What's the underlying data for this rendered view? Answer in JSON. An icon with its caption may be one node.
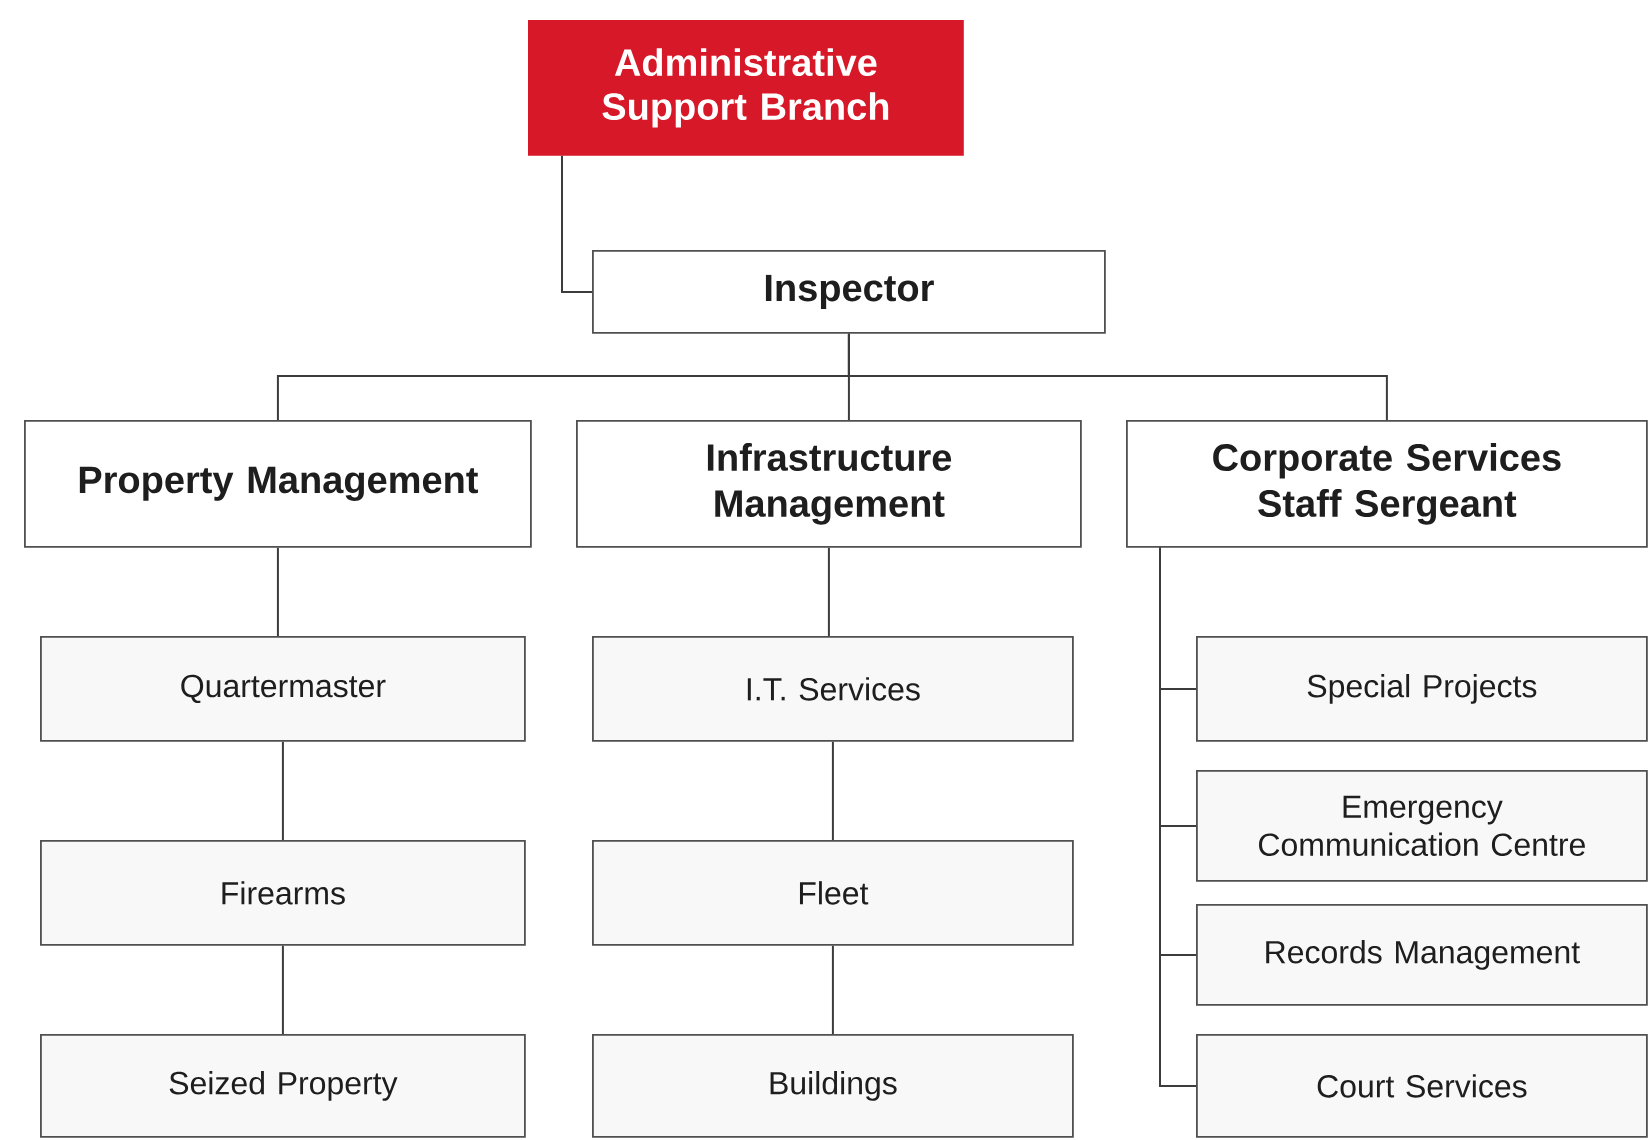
{
  "diagram": {
    "nodes": [
      {
        "text": [
          "Administrative Support Branch"
        ]
      },
      {
        "text": [
          "Inspector"
        ]
      },
      {
        "text": [
          "Property Management"
        ]
      },
      {
        "text": [
          "Infrastructure Management"
        ]
      },
      {
        "text": [
          "Corporate Services Staff Sergeant"
        ]
      },
      {
        "text": [
          "Quartermaster"
        ]
      },
      {
        "text": [
          "I.T. Services"
        ]
      },
      {
        "text": [
          "Special Projects"
        ]
      },
      {
        "text": [
          "Emergency Communication Centre"
        ]
      },
      {
        "text": [
          "Firearms"
        ]
      },
      {
        "text": [
          "Fleet"
        ]
      },
      {
        "text": [
          "Records Management"
        ]
      },
      {
        "text": [
          "Seized Property"
        ]
      },
      {
        "text": [
          "Buildings"
        ]
      },
      {
        "text": [
          "Court Services"
        ]
      }
    ],
    "edges": [
      {
        "from": 0,
        "to": 1,
        "arrow": "none"
      },
      {
        "from": 1,
        "to": 2,
        "arrow": "none"
      },
      {
        "from": 1,
        "to": 3,
        "arrow": "none"
      },
      {
        "from": 1,
        "to": 4,
        "arrow": "none"
      },
      {
        "from": 2,
        "to": 5,
        "arrow": "none"
      },
      {
        "from": 5,
        "to": 9,
        "arrow": "none"
      },
      {
        "from": 9,
        "to": 12,
        "arrow": "none"
      },
      {
        "from": 3,
        "to": 6,
        "arrow": "none"
      },
      {
        "from": 6,
        "to": 10,
        "arrow": "none"
      },
      {
        "from": 10,
        "to": 13,
        "arrow": "none"
      },
      {
        "from": 4,
        "to": 7,
        "arrow": "none"
      },
      {
        "from": 4,
        "to": 8,
        "arrow": "none"
      },
      {
        "from": 4,
        "to": 11,
        "arrow": "none"
      },
      {
        "from": 4,
        "to": 14,
        "arrow": "none"
      }
    ]
  }
}
